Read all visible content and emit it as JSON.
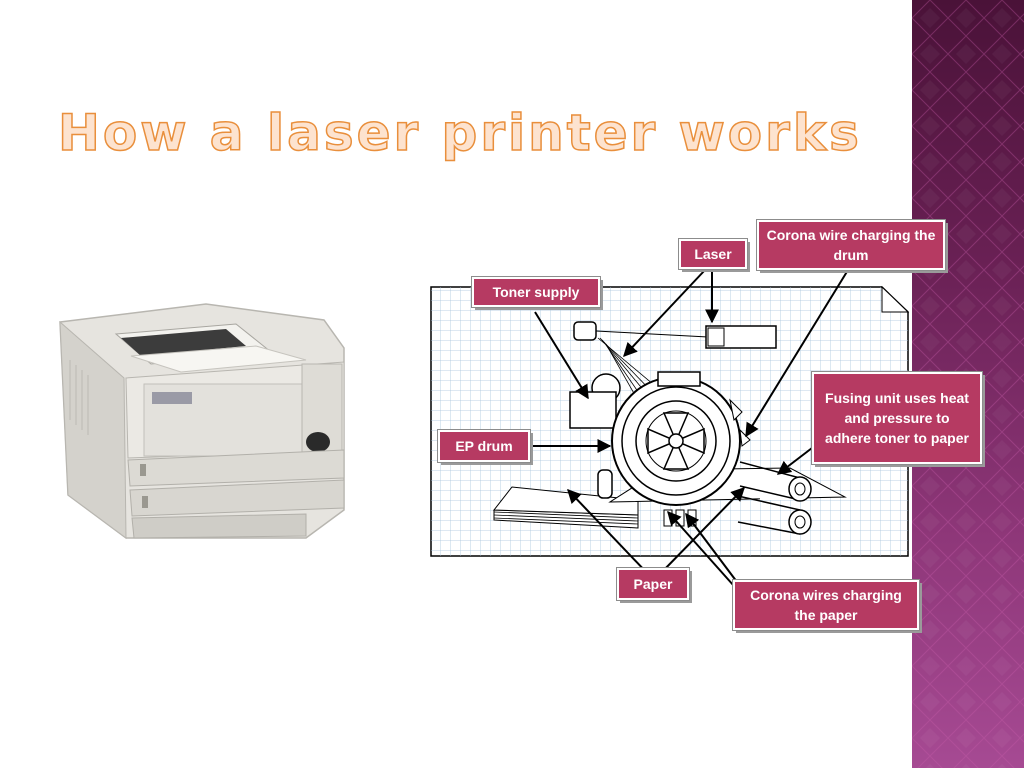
{
  "title": "How a laser printer works",
  "labels": {
    "laser": "Laser",
    "corona_wire": "Corona wire charging the drum",
    "toner_supply": "Toner supply",
    "fusing_unit": "Fusing unit uses heat and pressure to adhere toner to paper",
    "ep_drum": "EP drum",
    "paper": "Paper",
    "corona_wires": "Corona wires charging the paper"
  },
  "colors": {
    "label_fill": "#b63a62",
    "title_fill": "#fde3cf",
    "title_stroke": "#e98f3c",
    "side_strip": "#7a2a66"
  }
}
